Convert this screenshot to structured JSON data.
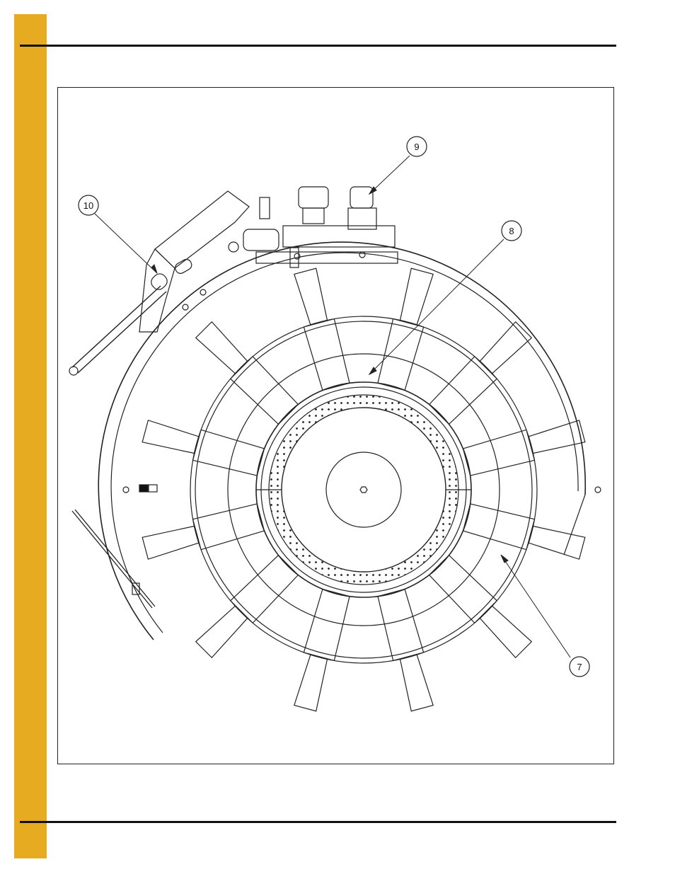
{
  "page": {
    "accent_color": "#E7AB22",
    "rule_color": "#111111"
  },
  "figure": {
    "callouts": [
      {
        "id": "9",
        "label": "9"
      },
      {
        "id": "10",
        "label": "10"
      },
      {
        "id": "8",
        "label": "8"
      },
      {
        "id": "7",
        "label": "7"
      }
    ]
  }
}
